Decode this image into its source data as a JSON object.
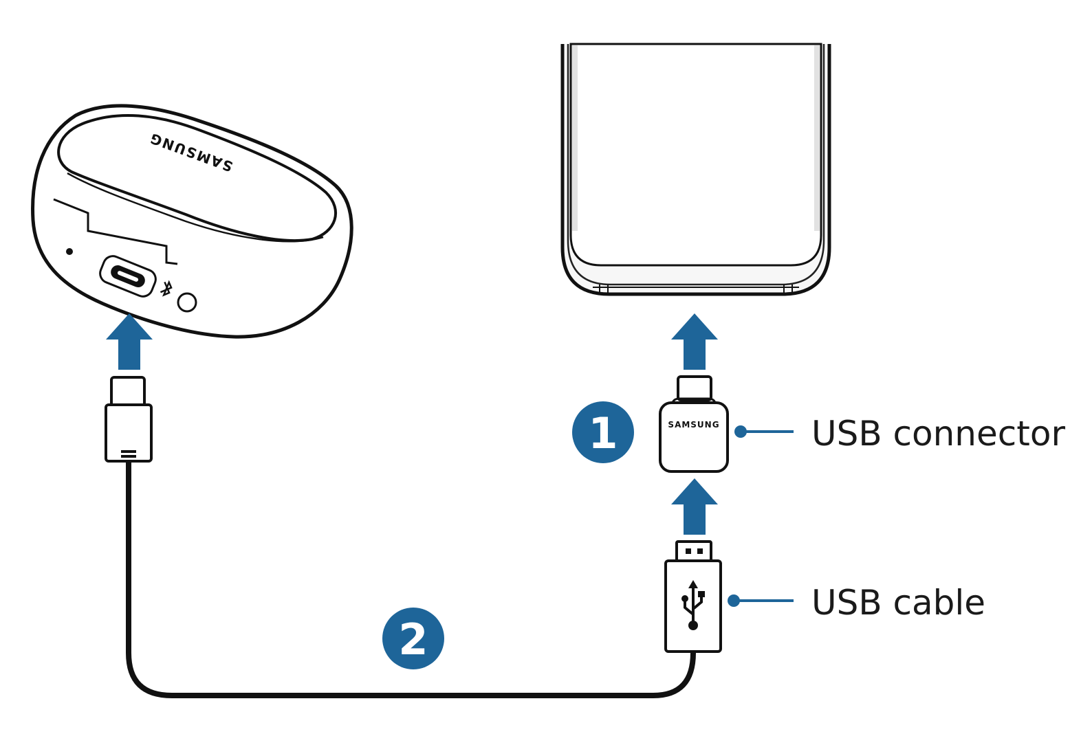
{
  "labels": {
    "usb_connector": "USB connector",
    "usb_cable": "USB cable"
  },
  "steps": {
    "step1": "1",
    "step2": "2"
  },
  "brand": {
    "case_logo": "SAMSUNG",
    "connector_logo": "SAMSUNG"
  },
  "colors": {
    "accent": "#1e6599",
    "line": "#111111",
    "phone_fill": "#f2f2f2"
  },
  "icons": {
    "case_port": "usb-c-port-icon",
    "bluetooth": "bluetooth-icon",
    "usb_symbol": "usb-symbol-icon",
    "arrows": "arrow-up-icon"
  }
}
